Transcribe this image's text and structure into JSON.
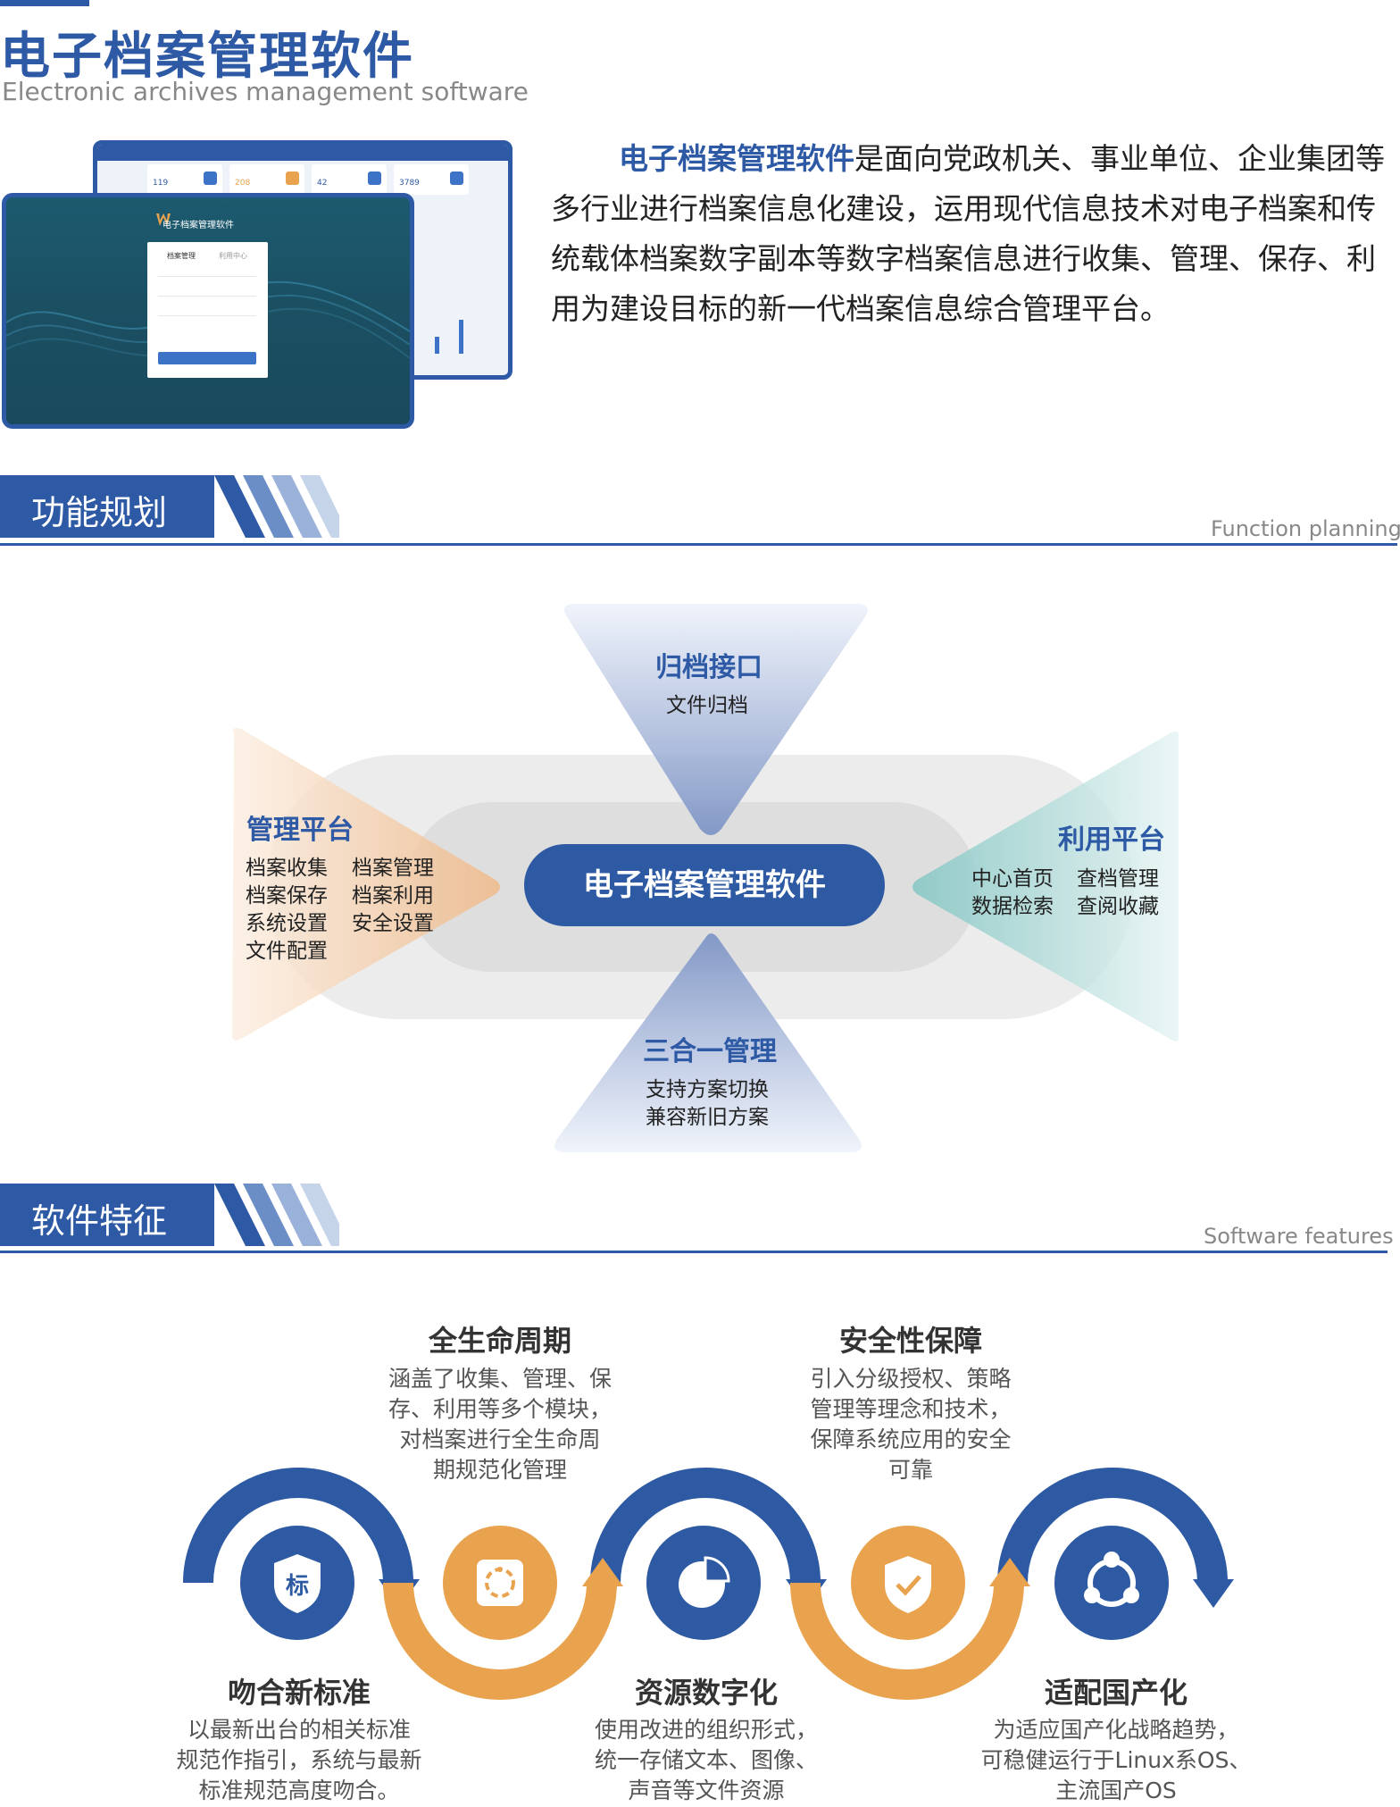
{
  "header": {
    "title": "电子档案管理软件",
    "subtitle": "Electronic archives management software"
  },
  "mockup": {
    "app_title": "电子档案管理软件",
    "login_tab_active": "档案管理",
    "login_tab_inactive": "利用中心",
    "stats": [
      "119",
      "208",
      "42",
      "3789"
    ]
  },
  "intro": {
    "highlight": "电子档案管理软件",
    "text": "是面向党政机关、事业单位、企业集团等多行业进行档案信息化建设，运用现代信息技术对电子档案和传统载体档案数字副本等数字档案信息进行收集、管理、保存、利用为建设目标的新一代档案信息综合管理平台。"
  },
  "function_planning": {
    "title": "功能规划",
    "title_en": "Function planning",
    "center": "电子档案管理软件",
    "top": {
      "title": "归档接口",
      "items": [
        "文件归档"
      ]
    },
    "left": {
      "title": "管理平台",
      "items": [
        "档案收集",
        "档案管理",
        "档案保存",
        "档案利用",
        "系统设置",
        "安全设置",
        "文件配置"
      ]
    },
    "right": {
      "title": "利用平台",
      "items": [
        "中心首页",
        "查档管理",
        "数据检索",
        "查阅收藏"
      ]
    },
    "bottom": {
      "title": "三合一管理",
      "items": [
        "支持方案切换",
        "兼容新旧方案"
      ]
    }
  },
  "software_features": {
    "title": "软件特征",
    "title_en": "Software features",
    "standard_icon_text": "标",
    "items": [
      {
        "title": "吻合新标准",
        "desc": [
          "以最新出台的相关标准",
          "规范作指引，系统与最新",
          "标准规范高度吻合。"
        ]
      },
      {
        "title": "全生命周期",
        "desc": [
          "涵盖了收集、管理、保",
          "存、利用等多个模块，",
          "对档案进行全生命周",
          "期规范化管理"
        ]
      },
      {
        "title": "资源数字化",
        "desc": [
          "使用改进的组织形式，",
          "统一存储文本、图像、",
          "声音等文件资源"
        ]
      },
      {
        "title": "安全性保障",
        "desc": [
          "引入分级授权、策略",
          "管理等理念和技术，",
          "保障系统应用的安全",
          "可靠"
        ]
      },
      {
        "title": "适配国产化",
        "desc": [
          "为适应国产化战略趋势，",
          "可稳健运行于Linux系OS、",
          "主流国产OS"
        ]
      }
    ]
  },
  "colors": {
    "primary": "#2d59a5",
    "orange": "#e9a34f",
    "teal": "#7ec8c4",
    "peach": "#f1c49b",
    "gray": "#e2e2e2"
  }
}
